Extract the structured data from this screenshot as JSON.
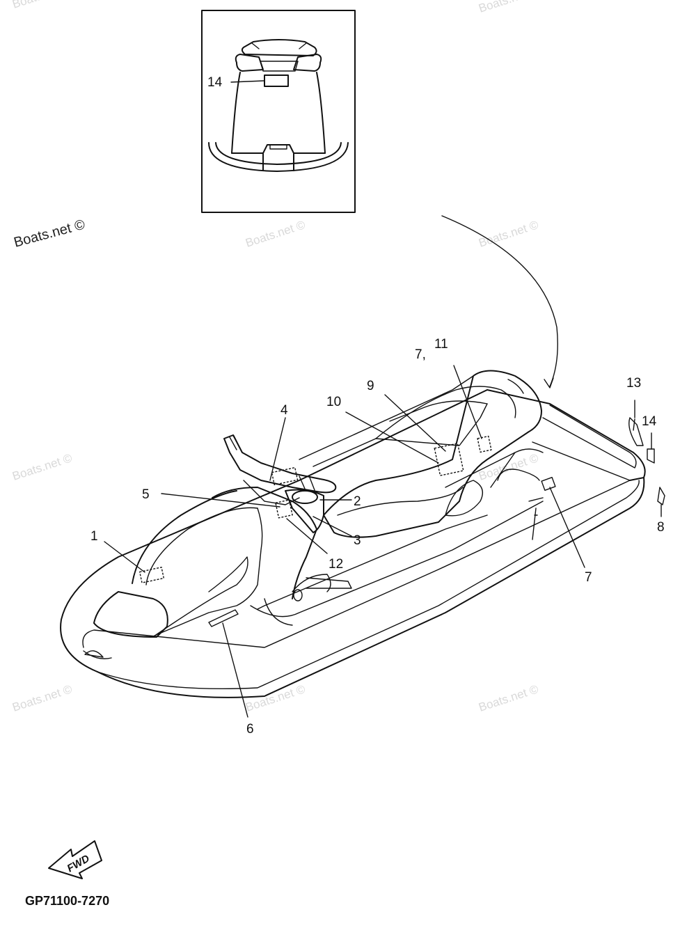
{
  "watermarks": {
    "main": "Boats.net ©",
    "faint": "Boats.net ©"
  },
  "callouts": {
    "c1": "1",
    "c2": "2",
    "c3": "3",
    "c4": "4",
    "c5": "5",
    "c6": "6",
    "c7a": "7,",
    "c11": "11",
    "c7b": "7",
    "c8": "8",
    "c9": "9",
    "c10": "10",
    "c12": "12",
    "c13": "13",
    "c14": "14",
    "c14inset": "14"
  },
  "fwd_label": "FWD",
  "part_number": "GP71100-7270"
}
